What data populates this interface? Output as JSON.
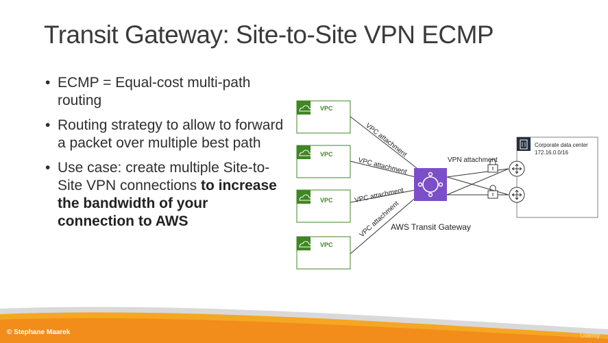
{
  "slide": {
    "title": "Transit Gateway: Site-to-Site VPN ECMP",
    "bullets": [
      {
        "text": "ECMP = Equal-cost multi-path routing",
        "bold_tail": ""
      },
      {
        "text": "Routing strategy to allow to forward a packet over multiple best path",
        "bold_tail": ""
      },
      {
        "text": "Use case: create multiple Site-to-Site VPN connections ",
        "bold_tail": "to increase the bandwidth of your connection to AWS"
      }
    ]
  },
  "diagram": {
    "vpcs": [
      {
        "label": "VPC"
      },
      {
        "label": "VPC"
      },
      {
        "label": "VPC"
      },
      {
        "label": "VPC"
      }
    ],
    "vpc_attachment_label": "VPC attachment",
    "vpn_attachment_label": "VPN attachment",
    "gateway_label": "AWS Transit Gateway",
    "datacenter": {
      "name": "Corporate data center",
      "cidr": "172.16.0.0/16"
    },
    "colors": {
      "vpc_green": "#3f8624",
      "gateway_purple": "#7a4fc7",
      "datacenter_gray": "#232f3e"
    }
  },
  "footer": {
    "copyright": "© Stephane Maarek",
    "watermark": "Udemy"
  }
}
